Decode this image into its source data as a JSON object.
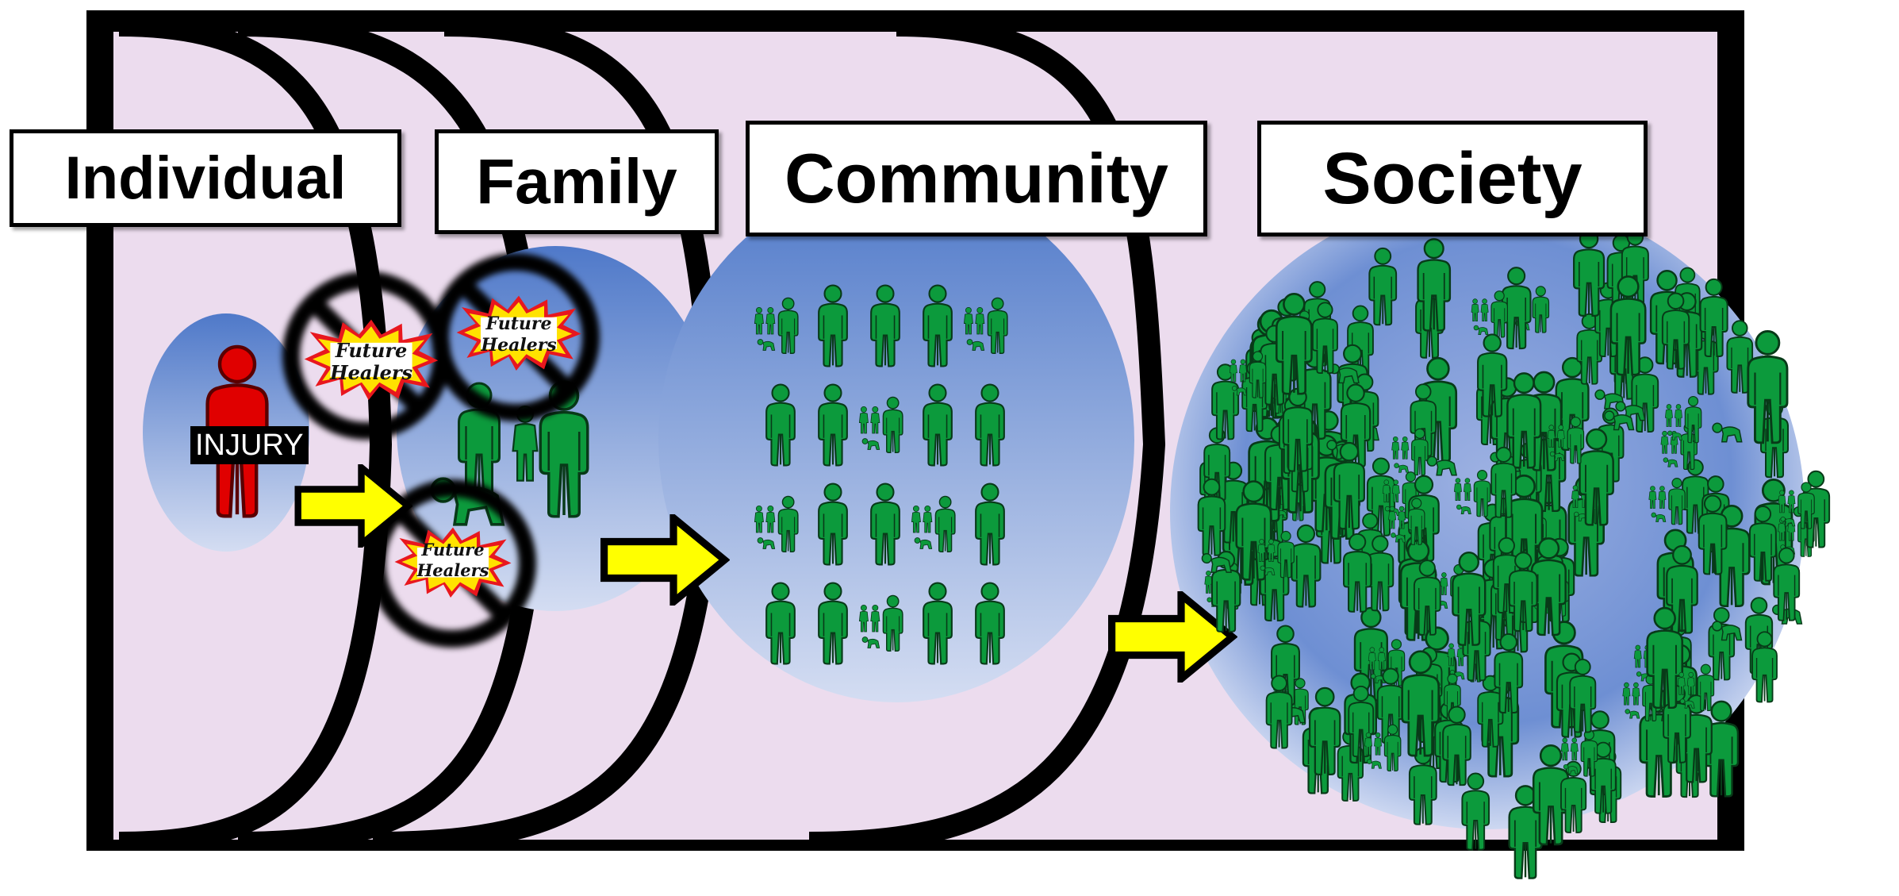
{
  "labels": {
    "individual": "Individual",
    "family": "Family",
    "community": "Community",
    "society": "Society",
    "injury": "INJURY"
  },
  "badge": {
    "line1": "Future",
    "line2": "Healers"
  },
  "colors": {
    "background": "#ecdcee",
    "frame": "#000000",
    "injured_person": "#e00000",
    "person": "#0c9a3c",
    "person_outline": "#083a18",
    "arrow": "#ffff00",
    "bubble_top": "#4f79c9",
    "bubble_bottom": "#cbd7f0",
    "badge_burst_outer": "#e8171e",
    "badge_burst_inner": "#ffe200"
  },
  "icons": {
    "injured": "red-person-icon",
    "people": "green-person-icon",
    "family_group": "family-group-icon",
    "crawling_child": "crawling-child-icon",
    "arrow": "yellow-arrow-icon",
    "no_sign": "prohibition-sign-icon"
  }
}
